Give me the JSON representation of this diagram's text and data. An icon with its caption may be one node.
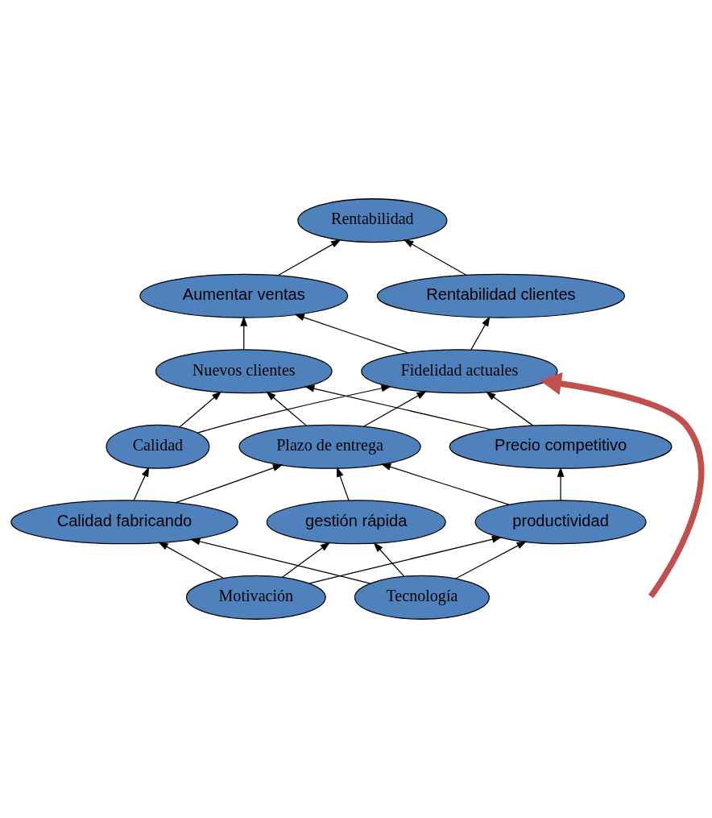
{
  "diagram": {
    "nodes": [
      {
        "text": [
          "Rentabilidad"
        ]
      },
      {
        "text": [
          "Aumentar ventas"
        ]
      },
      {
        "text": [
          "Rentabilidad clientes"
        ]
      },
      {
        "text": [
          "Nuevos clientes"
        ]
      },
      {
        "text": [
          "Fidelidad actuales"
        ]
      },
      {
        "text": [
          "Calidad"
        ]
      },
      {
        "text": [
          "Plazo de entrega"
        ]
      },
      {
        "text": [
          "Precio competitivo"
        ]
      },
      {
        "text": [
          "Calidad fabricando"
        ]
      },
      {
        "text": [
          "gestión rápida"
        ]
      },
      {
        "text": [
          "productividad"
        ]
      },
      {
        "text": [
          "Tecnología"
        ]
      },
      {
        "text": [
          "Motivación"
        ]
      }
    ],
    "edges": [
      {
        "from": 1,
        "to": 0,
        "arrow": "to"
      },
      {
        "from": 2,
        "to": 0,
        "arrow": "to"
      },
      {
        "from": 3,
        "to": 1,
        "arrow": "to"
      },
      {
        "from": 4,
        "to": 1,
        "arrow": "to"
      },
      {
        "from": 4,
        "to": 2,
        "arrow": "to"
      },
      {
        "from": 5,
        "to": 3,
        "arrow": "to"
      },
      {
        "from": 5,
        "to": 4,
        "arrow": "to"
      },
      {
        "from": 6,
        "to": 3,
        "arrow": "to"
      },
      {
        "from": 6,
        "to": 4,
        "arrow": "to"
      },
      {
        "from": 7,
        "to": 3,
        "arrow": "to"
      },
      {
        "from": 7,
        "to": 4,
        "arrow": "to"
      },
      {
        "from": 8,
        "to": 5,
        "arrow": "to"
      },
      {
        "from": 8,
        "to": 6,
        "arrow": "to"
      },
      {
        "from": 9,
        "to": 6,
        "arrow": "to"
      },
      {
        "from": 10,
        "to": 6,
        "arrow": "to"
      },
      {
        "from": 10,
        "to": 7,
        "arrow": "to"
      },
      {
        "from": 11,
        "to": 8,
        "arrow": "to"
      },
      {
        "from": 11,
        "to": 9,
        "arrow": "to"
      },
      {
        "from": 11,
        "to": 10,
        "arrow": "to"
      },
      {
        "from": 12,
        "to": 8,
        "arrow": "to"
      },
      {
        "from": 12,
        "to": 9,
        "arrow": "to"
      },
      {
        "from": 12,
        "to": 10,
        "arrow": "to"
      },
      {
        "from": null,
        "to": 4,
        "arrow": "to",
        "style": "thick",
        "color": "#c0504d"
      }
    ]
  }
}
